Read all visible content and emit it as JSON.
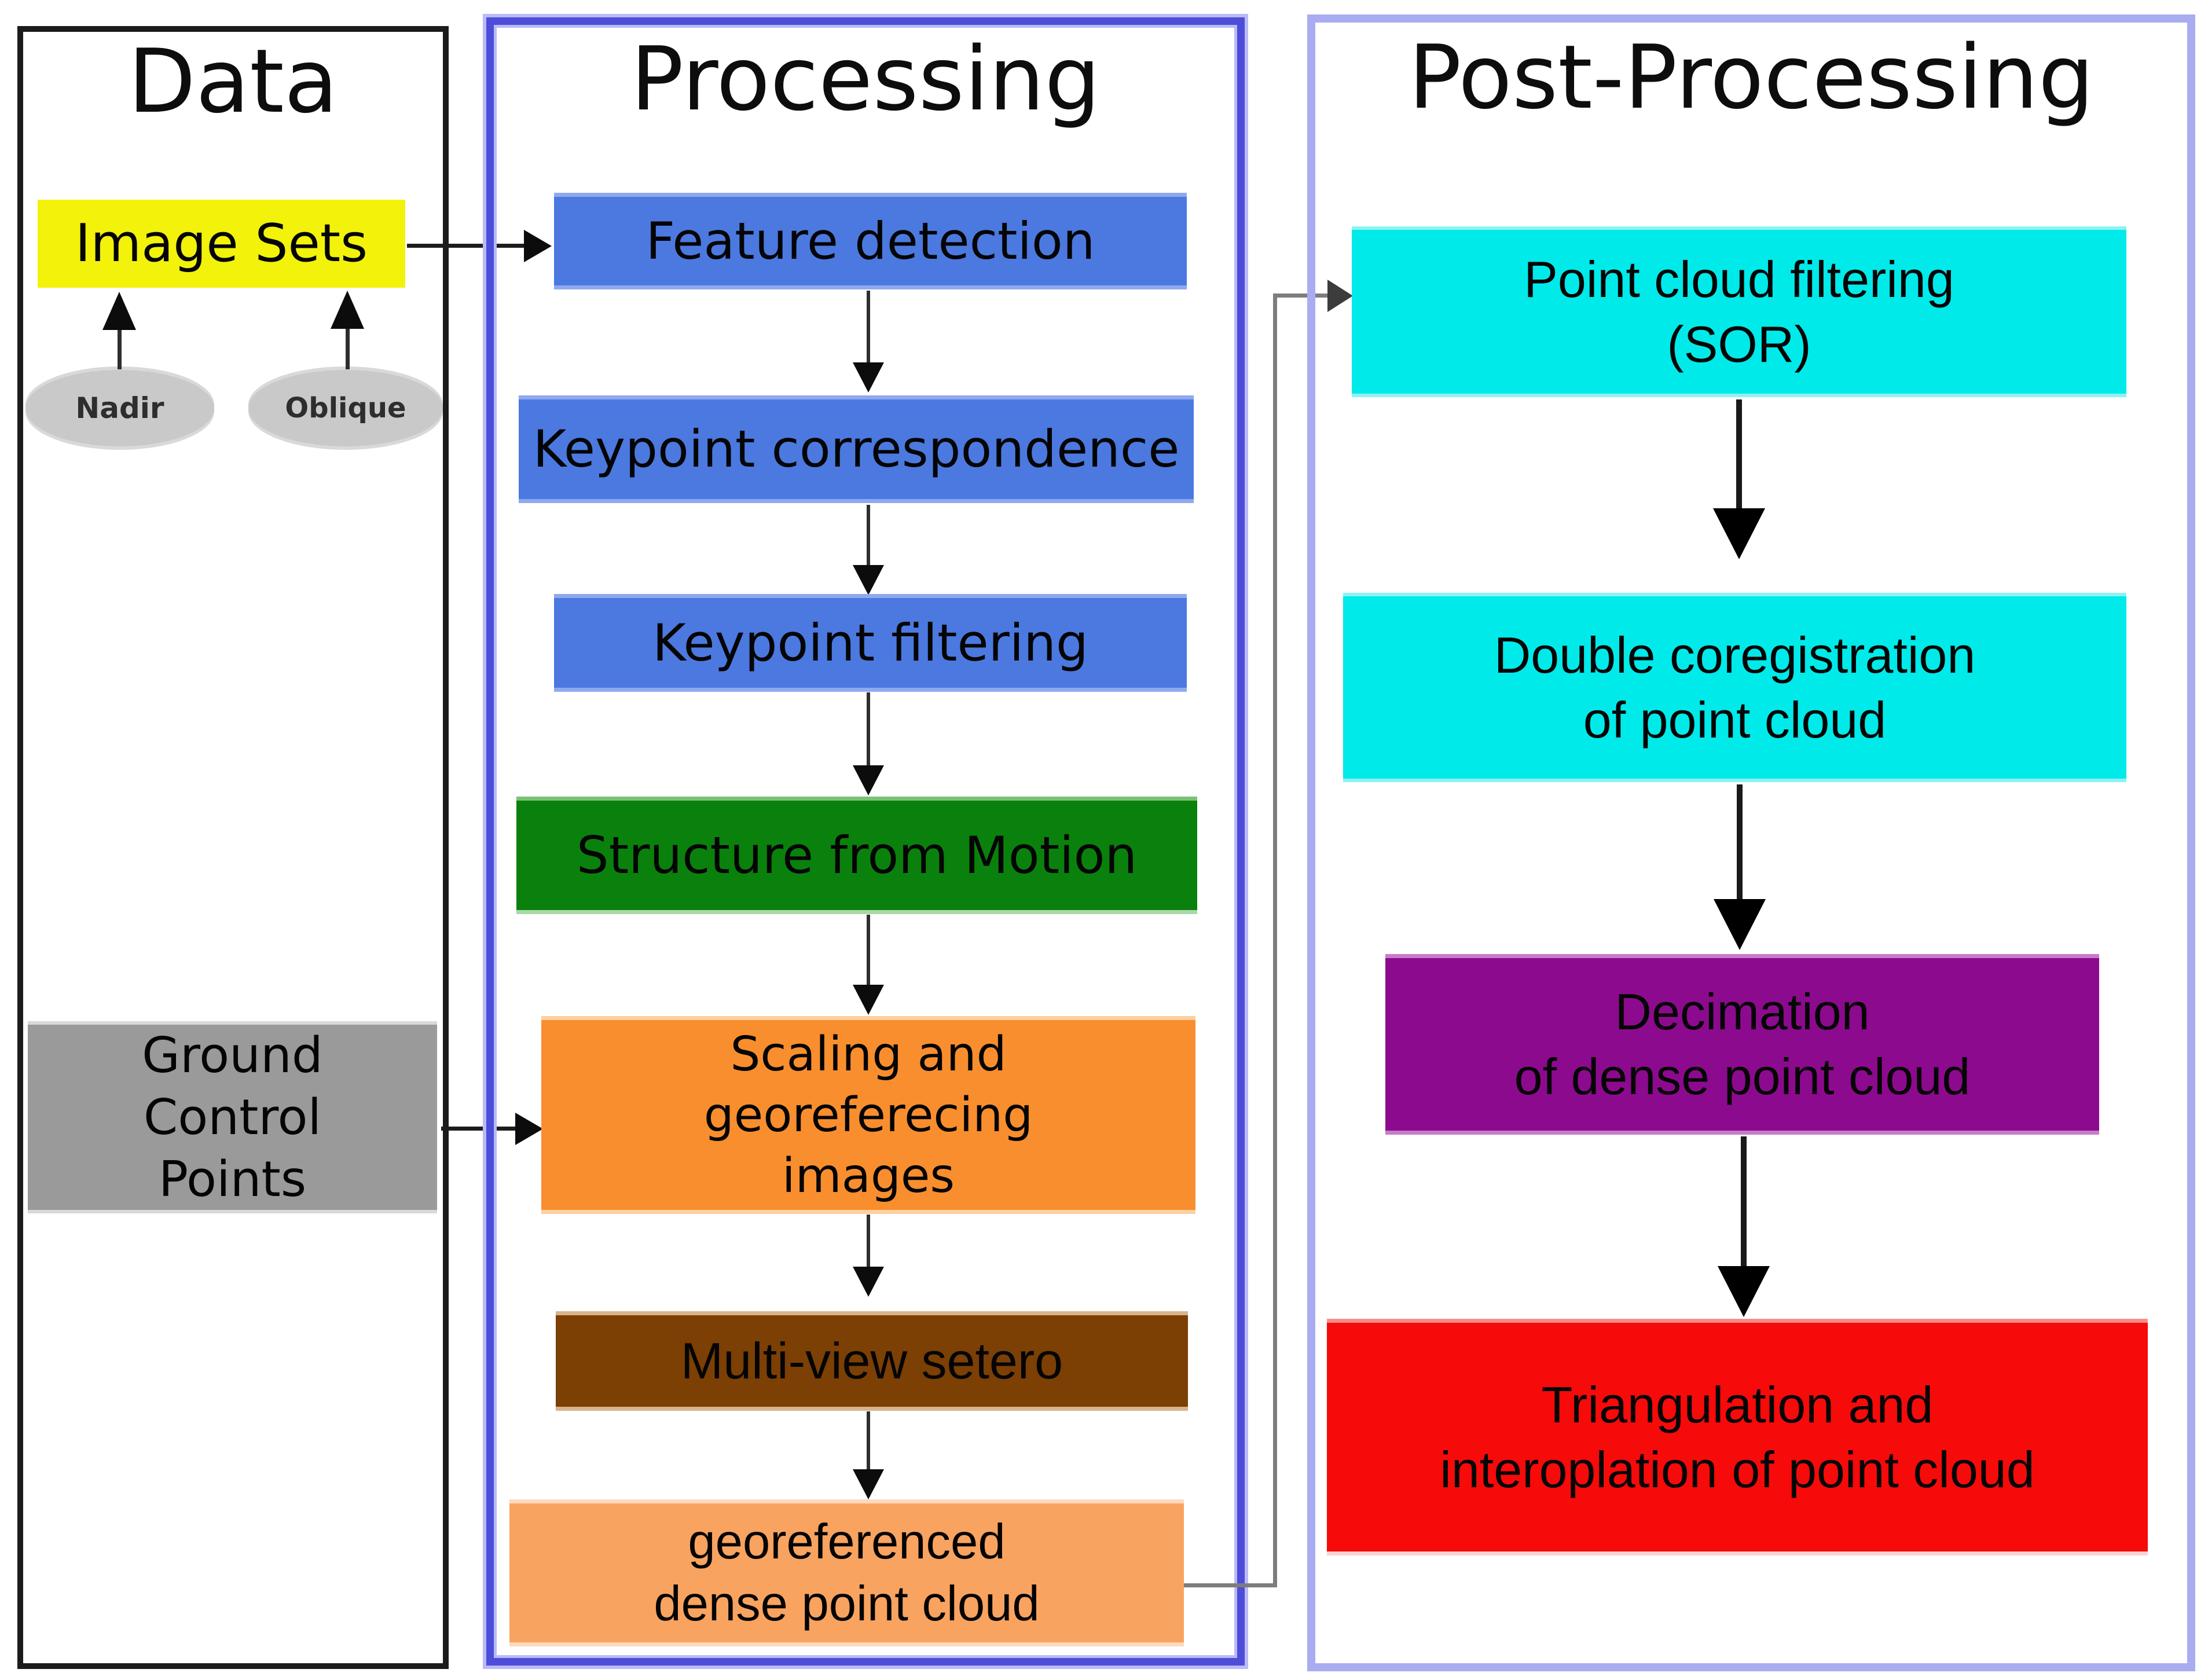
{
  "palette": {
    "yellow": "#f2f20b",
    "ellipse_gray": "#c9c9c9",
    "gcp_gray": "#9a9a9a",
    "process_blue": "#4b79e0",
    "green": "#0a810c",
    "orange": "#f98e2e",
    "brown": "#7c3f04",
    "light_orange": "#f9a360",
    "cyan": "#00eaea",
    "purple": "#8c0a8e",
    "red": "#f60a0a",
    "data_border": "#1b1b1b",
    "processing_border": "#4d4dd9",
    "post_border": "#aaacf2",
    "connector_gray": "#7d7d7d"
  },
  "data_column": {
    "title": "Data",
    "image_sets": "Image Sets",
    "nadir": "Nadir",
    "oblique": "Oblique",
    "gcp_lines": [
      "Ground",
      "Control",
      "Points"
    ]
  },
  "processing_column": {
    "title": "Processing",
    "feature_detection": "Feature detection",
    "keypoint_correspondence": "Keypoint correspondence",
    "keypoint_filtering": "Keypoint filtering",
    "structure_from_motion": "Structure from Motion",
    "scaling_lines": [
      "Scaling and",
      "georeferecing",
      "images"
    ],
    "multi_view_stereo": "Multi-view setero",
    "georeferenced_lines": [
      "georeferenced",
      "dense point cloud"
    ]
  },
  "post_processing_column": {
    "title": "Post-Processing",
    "point_cloud_filtering_lines": [
      "Point cloud filtering",
      "(SOR)"
    ],
    "double_coregistration_lines": [
      "Double coregistration",
      "of point cloud"
    ],
    "decimation_lines": [
      "Decimation",
      "of dense point cloud"
    ],
    "triangulation_lines": [
      "Triangulation and",
      "interoplation of point cloud"
    ]
  }
}
